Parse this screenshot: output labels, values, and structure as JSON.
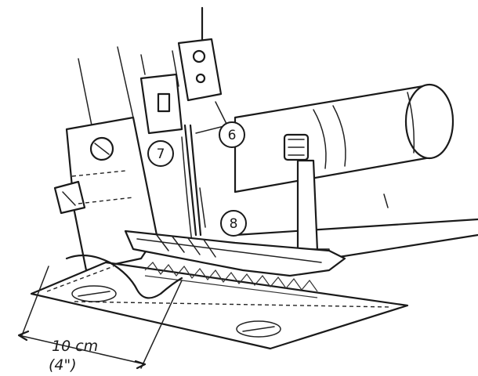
{
  "callouts": [
    {
      "id": "callout-6",
      "label": "6"
    },
    {
      "id": "callout-7",
      "label": "7"
    },
    {
      "id": "callout-8",
      "label": "8"
    }
  ],
  "dimension": {
    "metric": "10 cm",
    "imperial": "(4\")"
  }
}
